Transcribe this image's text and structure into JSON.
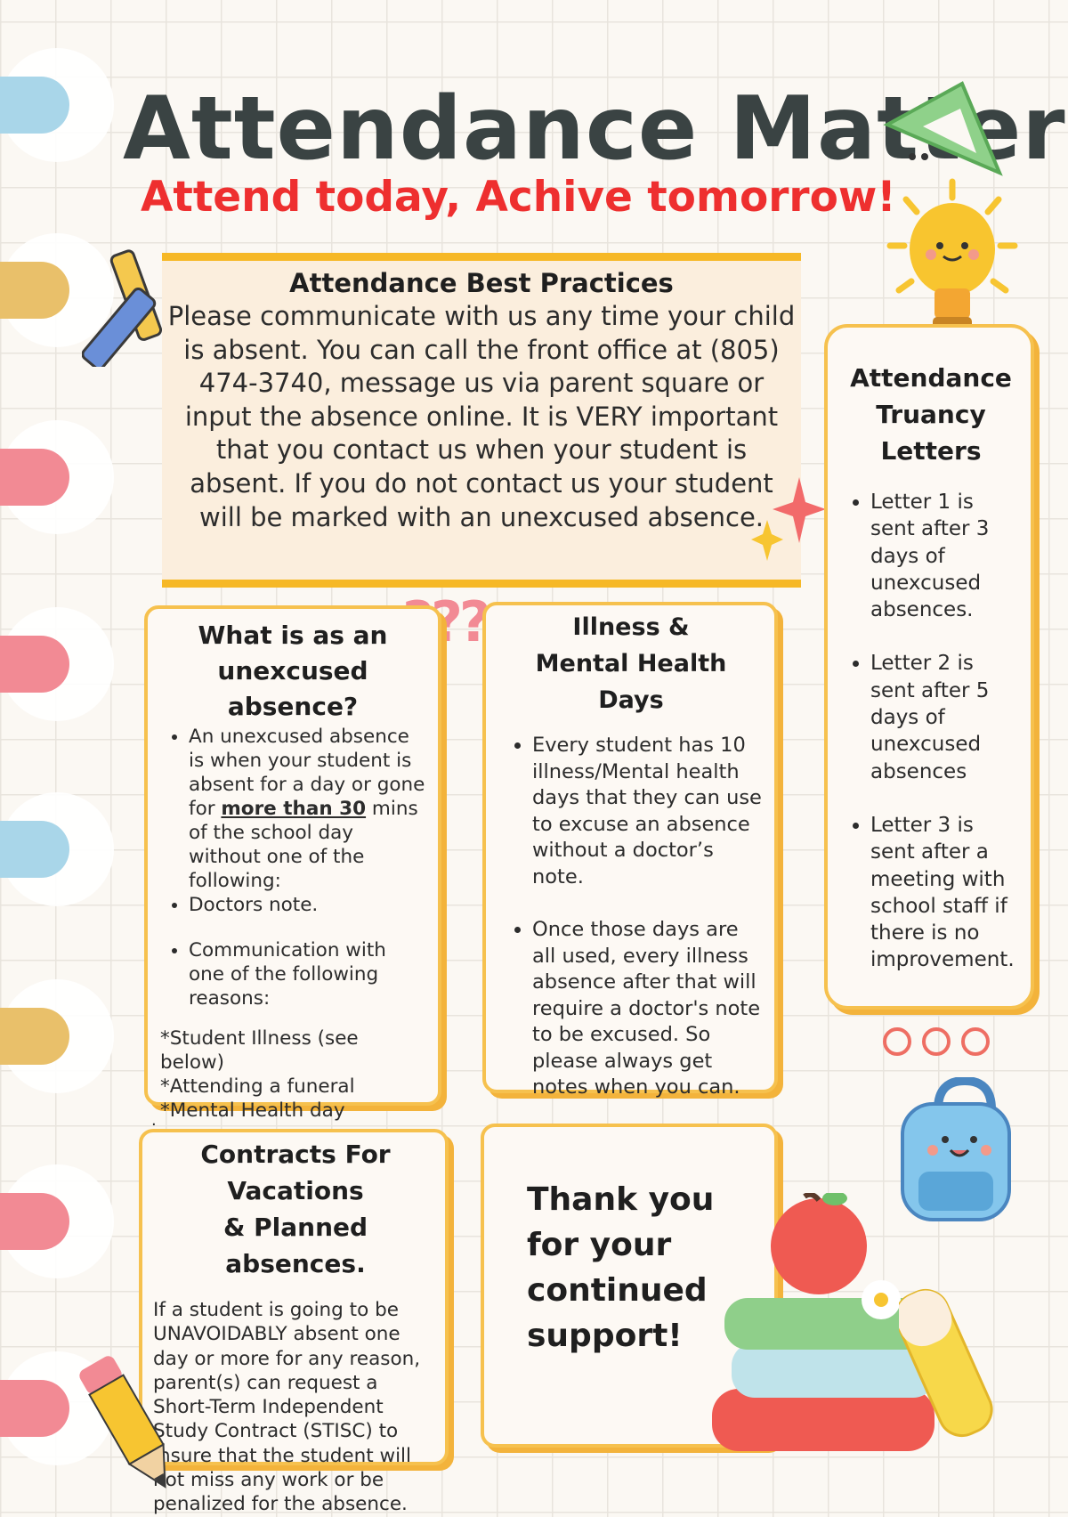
{
  "header": {
    "title": "Attendance Matters",
    "subtitle": "Attend today, Achive tomorrow!"
  },
  "best_practices": {
    "heading": "Attendance Best Practices",
    "body": "Please communicate with us any time your child is absent. You can call the front office at (805) 474-3740, message us via parent square or input the absence online. It is VERY important that you contact us when your student is absent. If you do not contact us your student will be marked with an unexcused absence."
  },
  "unexcused": {
    "heading_line1": "What is as an",
    "heading_line2": "unexcused absence?",
    "item1_before": "An unexcused absence is when your student is absent for a day or gone for ",
    "item1_emphasis": "more than 30",
    "item1_after": " mins of the school day without one of the following:",
    "item2": "Doctors note.",
    "item3": "Communication with one of the following reasons:",
    "reason1": "*Student Illness (see below)",
    "reason2": "*Attending a funeral",
    "reason3": "*Mental Health day"
  },
  "illness": {
    "heading_line1": "Illness &",
    "heading_line2": "Mental Health Days",
    "item1": "Every student has 10 illness/Mental health days that they can use to excuse an absence without a doctor’s note.",
    "item2": "Once those days are all used, every illness absence after that will require a doctor's note to be excused. So please always get notes when you can."
  },
  "truancy": {
    "heading_line1": "Attendance",
    "heading_line2": "Truancy",
    "heading_line3": "Letters",
    "letters": [
      "Letter 1 is sent after 3 days of unexcused absences.",
      "Letter 2 is sent after 5 days of unexcused absences",
      "Letter 3 is sent after a meeting with school staff if there is no improvement."
    ]
  },
  "contracts": {
    "heading_line1": "Contracts For Vacations",
    "heading_line2": "& Planned absences.",
    "body": "If a student is going to be UNAVOIDABLY absent one day or more for any reason, parent(s) can request a Short-Term Independent Study Contract (STISC) to insure that the student will not miss any work or be penalized for the absence."
  },
  "thanks": {
    "line1": "Thank you",
    "line2": "for your",
    "line3": "continued",
    "line4": "support!"
  },
  "decor": {
    "question_marks": "???",
    "stray_period": "."
  },
  "colors": {
    "title": "#3a4343",
    "subtitle": "#ee2f2f",
    "card_border": "#f6c14e",
    "best_band": "#f6b826",
    "best_bg": "#fbeedd",
    "tab_blue": "#a9d6e9",
    "tab_gold": "#e9c06a",
    "tab_pink": "#f28a94"
  },
  "icons": [
    "crayons-icon",
    "lightbulb-icon",
    "ruler-icon",
    "backpack-icon",
    "books-apple-icon",
    "pencil-icon",
    "eraser-icon",
    "sparkle-icon"
  ]
}
